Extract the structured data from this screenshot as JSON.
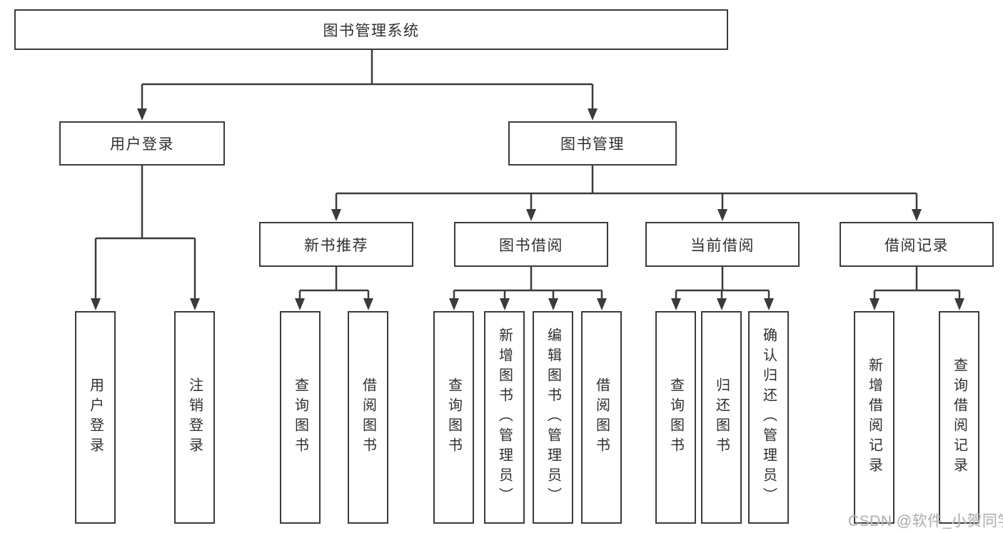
{
  "diagram": {
    "root": {
      "label": "图书管理系统"
    },
    "level2": [
      {
        "label": "用户登录"
      },
      {
        "label": "图书管理"
      }
    ],
    "level3": [
      {
        "label": "新书推荐"
      },
      {
        "label": "图书借阅"
      },
      {
        "label": "当前借阅"
      },
      {
        "label": "借阅记录"
      }
    ],
    "leaves": {
      "user_login": [
        "用户登录",
        "注销登录"
      ],
      "new_book_recommend": [
        "查询图书",
        "借阅图书"
      ],
      "book_borrowing": [
        "查询图书",
        "新增图书（管理员）",
        "编辑图书（管理员）",
        "借阅图书"
      ],
      "current_borrowing": [
        "查询图书",
        "归还图书",
        "确认归还（管理员）"
      ],
      "borrowing_records": [
        "新增借阅记录",
        "查询借阅记录"
      ]
    },
    "watermark": "CSDN @软件_小贺同学",
    "palette": {
      "line": "#3b3b3b",
      "box_border": "#3b3b3b",
      "box_bg": "#ffffff",
      "text": "#2f2f2f",
      "watermark": "#b4b3ba"
    }
  }
}
